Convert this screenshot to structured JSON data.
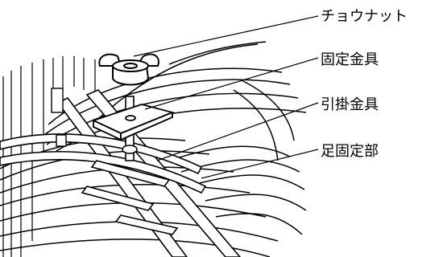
{
  "labels": {
    "wing_nut": "チョウナット",
    "fixing_bracket": "固定金具",
    "hook_bracket": "引掛金具",
    "leg_fixing_part": "足固定部"
  },
  "colors": {
    "stroke": "#000000",
    "background": "#ffffff",
    "part_fill": "#ffffff"
  }
}
